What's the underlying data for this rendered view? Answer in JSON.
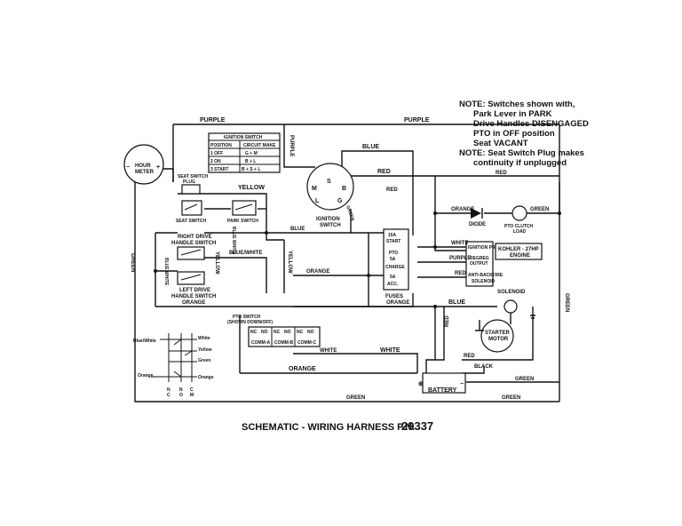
{
  "title": "SCHEMATIC - WIRING HARNESS P.N.",
  "part_number": "29337",
  "notes": [
    "NOTE: Switches shown with,",
    "Park Lever in PARK",
    "Drive Handles DISENGAGED",
    "PTO in OFF position",
    "Seat VACANT",
    "NOTE: Seat Switch Plug makes",
    "continuity if unplugged"
  ],
  "wires": {
    "purple": "PURPLE",
    "blue": "BLUE",
    "red": "RED",
    "yellow": "YELLOW",
    "green": "GREEN",
    "orange": "ORANGE",
    "white": "WHITE",
    "black": "BLACK",
    "blue_white": "BLUE/WHITE",
    "blue_white_v": "BLUE WHITE"
  },
  "components": {
    "hour_meter": [
      "HOUR",
      "METER"
    ],
    "seat_switch_plug": [
      "SEAT SWITCH",
      "PLUG"
    ],
    "seat_switch": "SEAT SWITCH",
    "park_switch": "PARK SWITCH",
    "right_drive": [
      "RIGHT DRIVE",
      "HANDLE SWITCH"
    ],
    "left_drive": [
      "LEFT DRIVE",
      "HANDLE SWITCH"
    ],
    "ignition_switch": [
      "IGNITION",
      "SWITCH"
    ],
    "ignition_terminals": [
      "M",
      "S",
      "B",
      "L",
      "G"
    ],
    "fuses": "FUSES",
    "fuse_labels": [
      "15A",
      "START",
      "PTO",
      "5A",
      "CHARGE",
      "5A",
      "ACC."
    ],
    "diode": "DIODE",
    "pto_clutch": [
      "PTO CLUTCH",
      "LOAD"
    ],
    "engine_conn": [
      "IGNITION PRIMARY",
      "REGREG",
      "OUTPUT",
      "ANTI-BACKFIRE",
      "SOLENOID"
    ],
    "engine": [
      "KOHLER - 27HP",
      "ENGINE"
    ],
    "solenoid": "SOLENOID",
    "starter": [
      "STARTER",
      "MOTOR"
    ],
    "battery": "BATTERY",
    "pto_switch": [
      "PTO SWITCH",
      "(SHOWN DOWN/OFF)"
    ],
    "pto_contacts": [
      "NC",
      "NO",
      "NC",
      "NO",
      "NC",
      "NO"
    ],
    "pto_common": [
      "COMM-A",
      "COMM-B",
      "COMM-C"
    ],
    "nc_no": [
      "NC",
      "NO"
    ],
    "nc_no_v": [
      "N",
      "O",
      "N",
      "C"
    ]
  },
  "ignition_table": {
    "header": [
      "IGNITION SWITCH",
      "",
      ""
    ],
    "col_headers": [
      "POSITION",
      "CIRCUIT MAKE"
    ],
    "rows": [
      [
        "1 OFF",
        "G + M"
      ],
      [
        "2 ON",
        "B + L"
      ],
      [
        "3 START",
        "B + S + L"
      ]
    ]
  },
  "pto_legend": {
    "left": [
      "Blue/White",
      "Orange"
    ],
    "right": [
      "White",
      "Yellow",
      "Green",
      "Orange"
    ],
    "bottom": [
      "N",
      "N",
      "C",
      "C",
      "O",
      "M"
    ]
  },
  "symbols": {
    "plus": "+",
    "minus": "−",
    "plus_circle": "⊕"
  }
}
